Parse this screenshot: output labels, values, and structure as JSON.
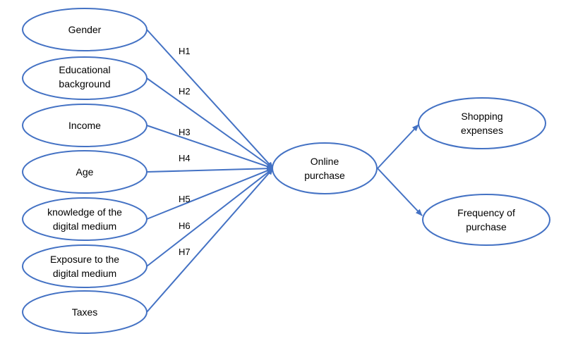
{
  "colors": {
    "stroke": "#4472c4",
    "fill": "#ffffff",
    "text": "#000000"
  },
  "nodes": {
    "gender": {
      "lines": [
        "Gender"
      ]
    },
    "education": {
      "lines": [
        "Educational",
        "background"
      ]
    },
    "income": {
      "lines": [
        "Income"
      ]
    },
    "age": {
      "lines": [
        "Age"
      ]
    },
    "knowledge": {
      "lines": [
        "knowledge of the",
        "digital medium"
      ]
    },
    "exposure": {
      "lines": [
        "Exposure to the",
        "digital medium"
      ]
    },
    "taxes": {
      "lines": [
        "Taxes"
      ]
    },
    "online": {
      "lines": [
        "Online",
        "purchase"
      ]
    },
    "expenses": {
      "lines": [
        "Shopping",
        "expenses"
      ]
    },
    "frequency": {
      "lines": [
        "Frequency of",
        "purchase"
      ]
    }
  },
  "hypotheses": [
    "H1",
    "H2",
    "H3",
    "H4",
    "H5",
    "H6",
    "H7"
  ]
}
